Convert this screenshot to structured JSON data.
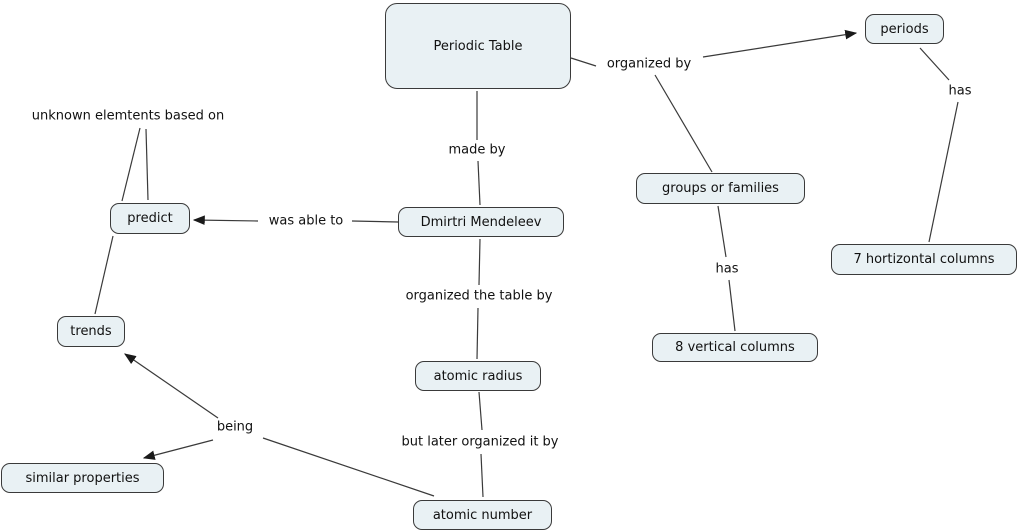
{
  "style": {
    "background": "#ffffff",
    "node_fill": "#e9f1f4",
    "node_border": "#3a3a3a",
    "line_color": "#3a3a3a",
    "arrow_color": "#1a1a1a",
    "text_color": "#111111"
  },
  "nodes": {
    "periodic_table": {
      "label": "Periodic Table"
    },
    "periods": {
      "label": "periods"
    },
    "groups_or_families": {
      "label": "groups or families"
    },
    "horizontal_columns": {
      "label": "7 hortizontal columns"
    },
    "vertical_columns": {
      "label": "8 vertical columns"
    },
    "mendeleev": {
      "label": "Dmirtri Mendeleev"
    },
    "predict": {
      "label": "predict"
    },
    "trends": {
      "label": "trends"
    },
    "similar_properties": {
      "label": "similar properties"
    },
    "atomic_radius": {
      "label": "atomic radius"
    },
    "atomic_number": {
      "label": "atomic number"
    }
  },
  "link_labels": {
    "organized_by": {
      "text": "organized by"
    },
    "made_by": {
      "text": "made by"
    },
    "was_able_to": {
      "text": "was able to"
    },
    "unknown_elements": {
      "text": "unknown elemtents based on"
    },
    "has_periods": {
      "text": "has"
    },
    "has_groups": {
      "text": "has"
    },
    "organized_table_by": {
      "text": "organized the table by"
    },
    "but_later": {
      "text": "but later organized it by"
    },
    "being": {
      "text": "being"
    }
  },
  "edges": [
    {
      "from": "Periodic Table",
      "link": "organized by",
      "to": "periods",
      "arrow": true
    },
    {
      "from": "Periodic Table",
      "link": "organized by",
      "to": "groups or families",
      "arrow": false
    },
    {
      "from": "periods",
      "link": "has",
      "to": "7 hortizontal columns",
      "arrow": false
    },
    {
      "from": "groups or families",
      "link": "has",
      "to": "8 vertical columns",
      "arrow": false
    },
    {
      "from": "Periodic Table",
      "link": "made by",
      "to": "Dmirtri Mendeleev",
      "arrow": false
    },
    {
      "from": "Dmirtri Mendeleev",
      "link": "was able to",
      "to": "predict",
      "arrow": true
    },
    {
      "from": "predict",
      "link": "unknown elemtents based on",
      "to": "unknown elemtents based on",
      "arrow": false,
      "note": "two parallel lines from node up to phrase"
    },
    {
      "from": "predict",
      "link": "",
      "to": "trends",
      "arrow": false
    },
    {
      "from": "Dmirtri Mendeleev",
      "link": "organized the table by",
      "to": "atomic radius",
      "arrow": false
    },
    {
      "from": "atomic radius",
      "link": "but later organized it by",
      "to": "atomic number",
      "arrow": false
    },
    {
      "from": "atomic number",
      "link": "being",
      "to": "trends",
      "arrow": true
    },
    {
      "from": "atomic number",
      "link": "being",
      "to": "similar properties",
      "arrow": true
    }
  ]
}
